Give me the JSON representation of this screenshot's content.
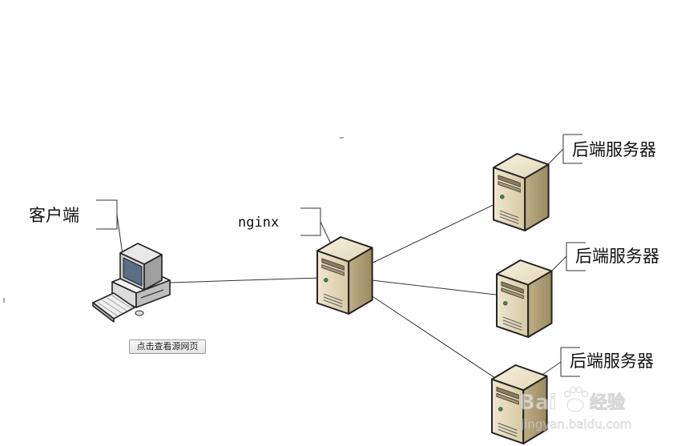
{
  "labels": {
    "client": "客户端",
    "nginx": "nginx",
    "server_1": "后端服务器",
    "server_2": "后端服务器",
    "server_3": "后端服务器"
  },
  "button": {
    "view_source": "点击查看源网页"
  },
  "watermark": {
    "brand": "Bai",
    "brand_suffix": "经验",
    "url": "jingyan.baidu.com"
  },
  "icons": [
    "desktop-computer-icon",
    "server-tower-icon"
  ]
}
